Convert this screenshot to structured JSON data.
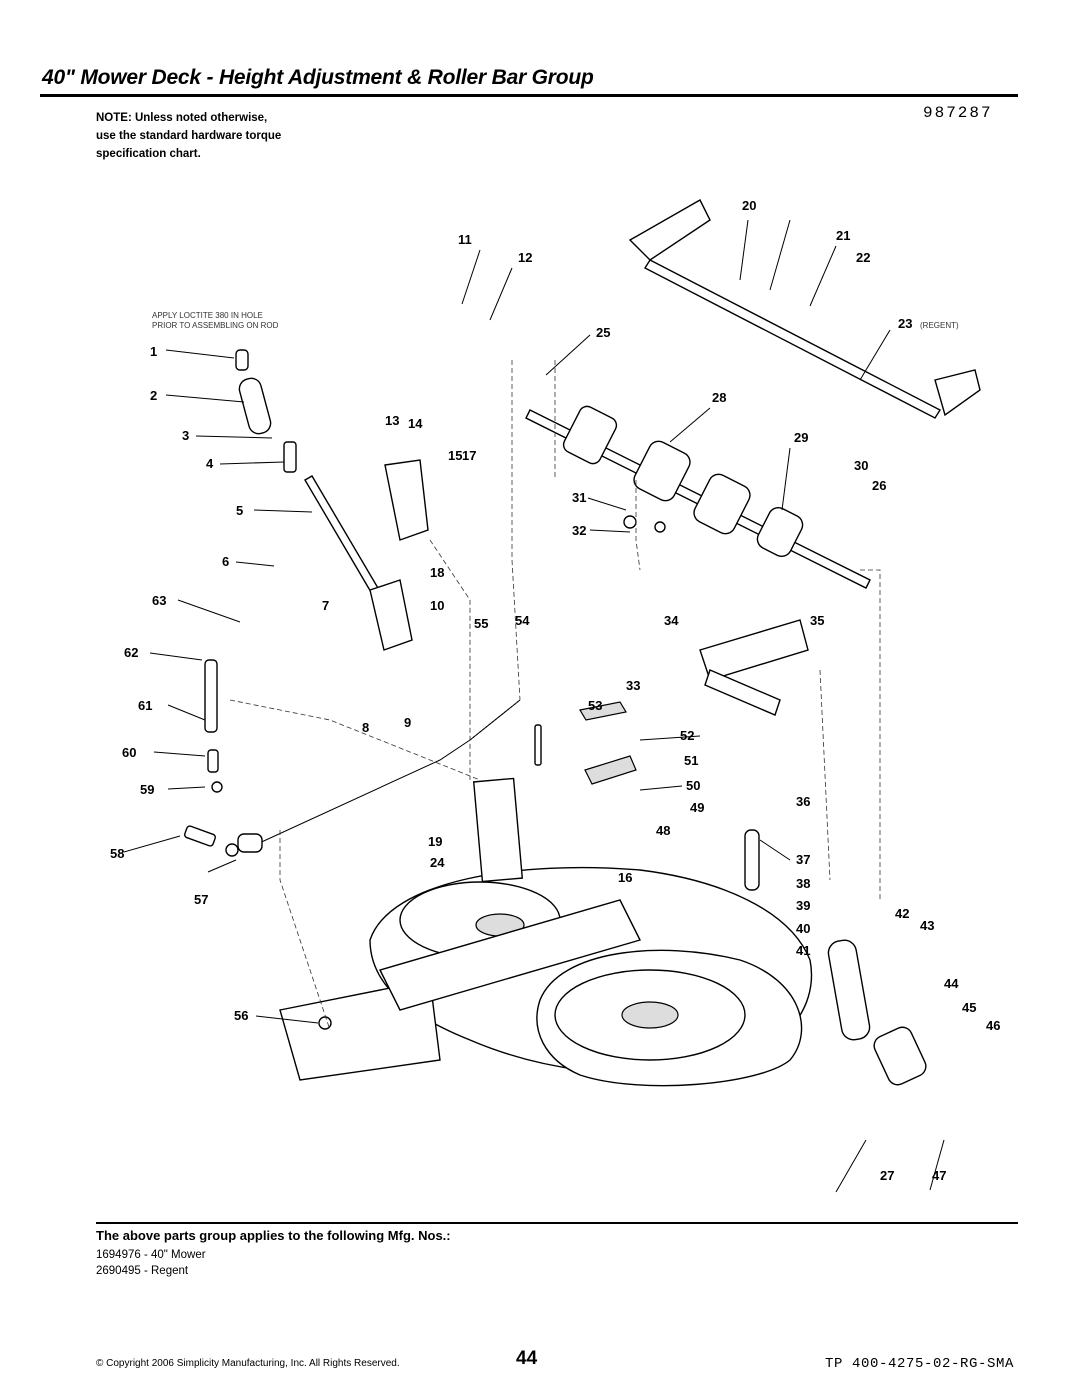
{
  "header": {
    "title": "40\" Mower Deck - Height Adjustment & Roller Bar Group",
    "part_number": "987287",
    "note_lines": [
      "NOTE: Unless noted otherwise,",
      "use the standard hardware torque",
      "specification chart."
    ]
  },
  "diagram": {
    "annotation_lines": [
      "APPLY LOCTITE 380 IN HOLE",
      "PRIOR TO ASSEMBLING ON ROD"
    ],
    "regent_note": "(REGENT)",
    "callouts": [
      "1",
      "2",
      "3",
      "4",
      "5",
      "6",
      "7",
      "8",
      "9",
      "10",
      "11",
      "12",
      "13",
      "14",
      "15",
      "16",
      "17",
      "18",
      "19",
      "20",
      "21",
      "22",
      "23",
      "24",
      "25",
      "26",
      "27",
      "28",
      "29",
      "30",
      "31",
      "32",
      "33",
      "34",
      "35",
      "36",
      "37",
      "38",
      "39",
      "40",
      "41",
      "42",
      "43",
      "44",
      "45",
      "46",
      "47",
      "48",
      "49",
      "50",
      "51",
      "52",
      "53",
      "54",
      "55",
      "56",
      "57",
      "58",
      "59",
      "60",
      "61",
      "62",
      "63"
    ]
  },
  "footer": {
    "applies_heading": "The above parts group applies to the following Mfg. Nos.:",
    "mfg_numbers": [
      "1694976 - 40\" Mower",
      "2690495 - Regent"
    ],
    "copyright": "© Copyright 2006 Simplicity Manufacturing, Inc. All Rights Reserved.",
    "page_number": "44",
    "doc_code": "TP 400-4275-02-RG-SMA"
  }
}
